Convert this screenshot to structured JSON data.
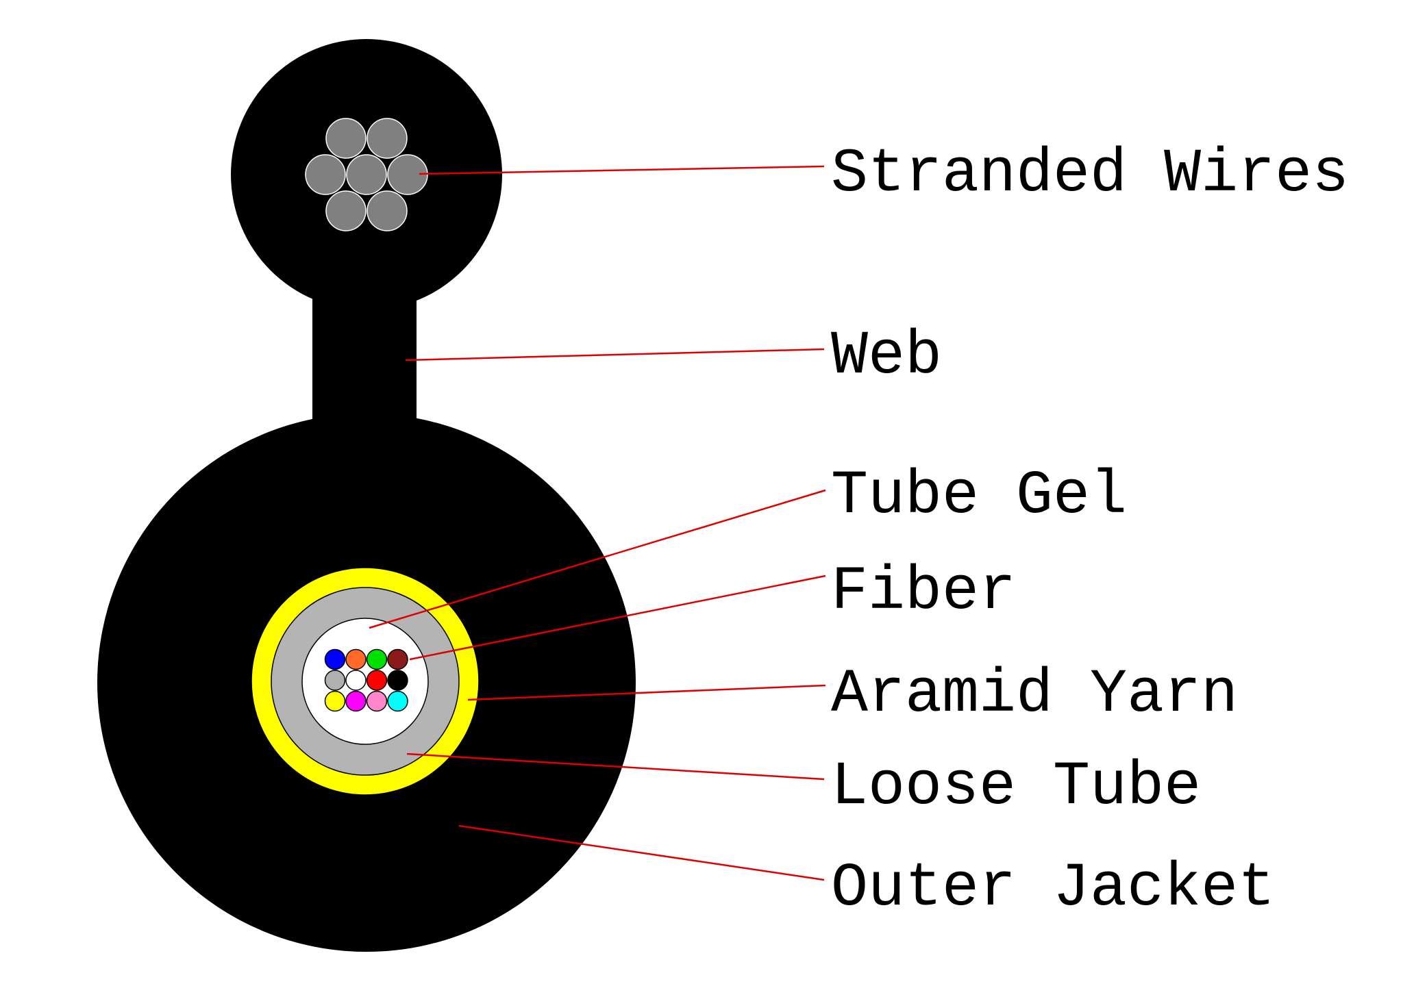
{
  "labels": {
    "stranded_wires": "Stranded Wires",
    "web": "Web",
    "tube_gel": "Tube Gel",
    "fiber": "Fiber",
    "aramid_yarn": "Aramid Yarn",
    "loose_tube": "Loose Tube",
    "outer_jacket": "Outer Jacket"
  },
  "colors": {
    "background": "#ffffff",
    "jacket": "#000000",
    "strand": "#808080",
    "aramid_yarn": "#ffff00",
    "loose_tube": "#b4b4b4",
    "tube_gel": "#ffffff",
    "leader": "#e00000"
  },
  "fibers": [
    "#0000ff",
    "#ff6a2a",
    "#00e000",
    "#8b1a1a",
    "#b0b0b0",
    "#ffffff",
    "#ff0000",
    "#000000",
    "#ffff00",
    "#ff00ff",
    "#ff88cc",
    "#00ffff"
  ]
}
